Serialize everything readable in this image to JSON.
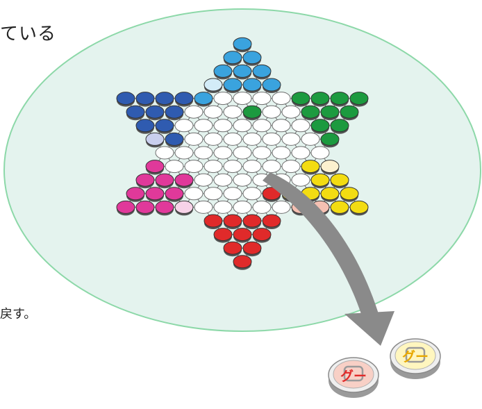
{
  "page": {
    "text_fragment_top": "ている",
    "text_fragment_bottom": "戻す。"
  },
  "board": {
    "type": "chinese-checkers",
    "board_fill": "#e4f3ee",
    "board_edge": "#8cd8a8",
    "hole_fill": "#ffffff",
    "hole_edge": "#6e6e6e",
    "corners": [
      {
        "name": "top",
        "color": "#3aa3de"
      },
      {
        "name": "upper-right",
        "color": "#1c9a3f"
      },
      {
        "name": "lower-right",
        "color": "#f3dc12"
      },
      {
        "name": "bottom",
        "color": "#e02a2a"
      },
      {
        "name": "lower-left",
        "color": "#e0399a"
      },
      {
        "name": "upper-left",
        "color": "#2f5bb0"
      }
    ],
    "pale_colors": {
      "red": "#f4c0b2",
      "light-blue": "#d3ecf8",
      "green": "#c6e8d0",
      "yellow": "#fbf1cf",
      "pink": "#f7d3e8",
      "blue": "#c9cfee"
    }
  },
  "arrow": {
    "color": "#8a8a8a"
  },
  "discs": [
    {
      "label": "グー",
      "label_color": "#e02a2a",
      "face_color": "#f8d0c6"
    },
    {
      "label": "グー",
      "label_color": "#e8a800",
      "face_color": "#fff6bf"
    }
  ]
}
